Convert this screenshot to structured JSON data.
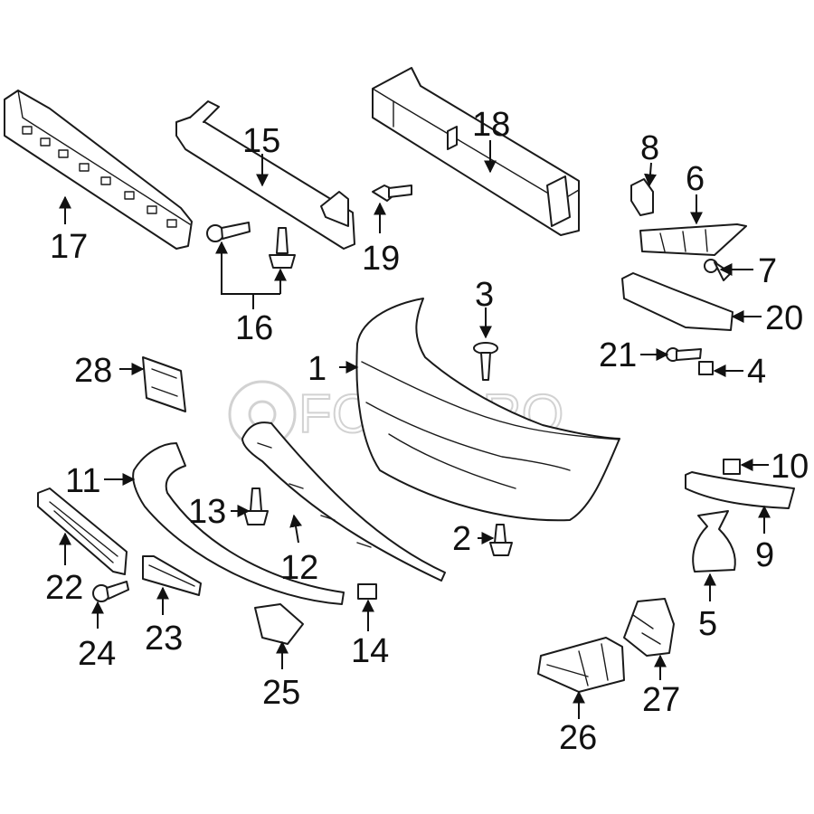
{
  "watermark": {
    "text": "FCPEURO"
  },
  "callouts": [
    {
      "label": "1"
    },
    {
      "label": "2"
    },
    {
      "label": "3"
    },
    {
      "label": "4"
    },
    {
      "label": "5"
    },
    {
      "label": "6"
    },
    {
      "label": "7"
    },
    {
      "label": "8"
    },
    {
      "label": "9"
    },
    {
      "label": "10"
    },
    {
      "label": "11"
    },
    {
      "label": "12"
    },
    {
      "label": "13"
    },
    {
      "label": "14"
    },
    {
      "label": "15"
    },
    {
      "label": "16"
    },
    {
      "label": "17"
    },
    {
      "label": "18"
    },
    {
      "label": "19"
    },
    {
      "label": "20"
    },
    {
      "label": "21"
    },
    {
      "label": "22"
    },
    {
      "label": "23"
    },
    {
      "label": "24"
    },
    {
      "label": "25"
    },
    {
      "label": "26"
    },
    {
      "label": "27"
    },
    {
      "label": "28"
    }
  ],
  "colors": {
    "line": "#1a1a1a",
    "background": "#ffffff",
    "watermark": "#d2d2d2"
  }
}
